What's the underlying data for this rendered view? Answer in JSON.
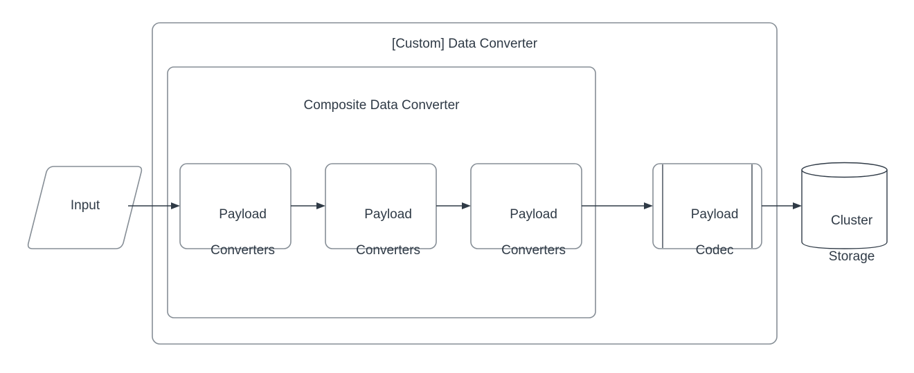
{
  "diagram": {
    "title": "[Custom] Data Converter",
    "type": "flowchart",
    "containers": [
      {
        "id": "custom-data-converter",
        "label": "[Custom] Data Converter",
        "shape": "rounded-rectangle"
      },
      {
        "id": "composite-data-converter",
        "label": "Composite Data Converter",
        "shape": "rounded-rectangle"
      }
    ],
    "nodes": [
      {
        "id": "input",
        "label": "Input",
        "shape": "parallelogram"
      },
      {
        "id": "payload-converters-1",
        "label_line1": "Payload",
        "label_line2": "Converters",
        "shape": "rounded-rectangle"
      },
      {
        "id": "payload-converters-2",
        "label_line1": "Payload",
        "label_line2": "Converters",
        "shape": "rounded-rectangle"
      },
      {
        "id": "payload-converters-3",
        "label_line1": "Payload",
        "label_line2": "Converters",
        "shape": "rounded-rectangle"
      },
      {
        "id": "payload-codec",
        "label_line1": "Payload",
        "label_line2": "Codec",
        "shape": "subprocess"
      },
      {
        "id": "cluster-storage",
        "label_line1": "Cluster",
        "label_line2": "Storage",
        "shape": "cylinder"
      }
    ],
    "edges": [
      {
        "id": "edge-input-to-pc1",
        "from": "input",
        "to": "payload-converters-1",
        "label": ""
      },
      {
        "id": "edge-pc1-to-pc2",
        "from": "payload-converters-1",
        "to": "payload-converters-2",
        "label": ""
      },
      {
        "id": "edge-pc2-to-pc3",
        "from": "payload-converters-2",
        "to": "payload-converters-3",
        "label": ""
      },
      {
        "id": "edge-pc3-to-codec",
        "from": "payload-converters-3",
        "to": "payload-codec",
        "label": ""
      },
      {
        "id": "edge-codec-to-storage",
        "from": "payload-codec",
        "to": "cluster-storage",
        "label": ""
      }
    ],
    "colors": {
      "background": "#ffffff",
      "container_stroke": "#868e96",
      "node_stroke": "#868e96",
      "text": "#2f3a46",
      "connector": "#2f3a46"
    }
  }
}
